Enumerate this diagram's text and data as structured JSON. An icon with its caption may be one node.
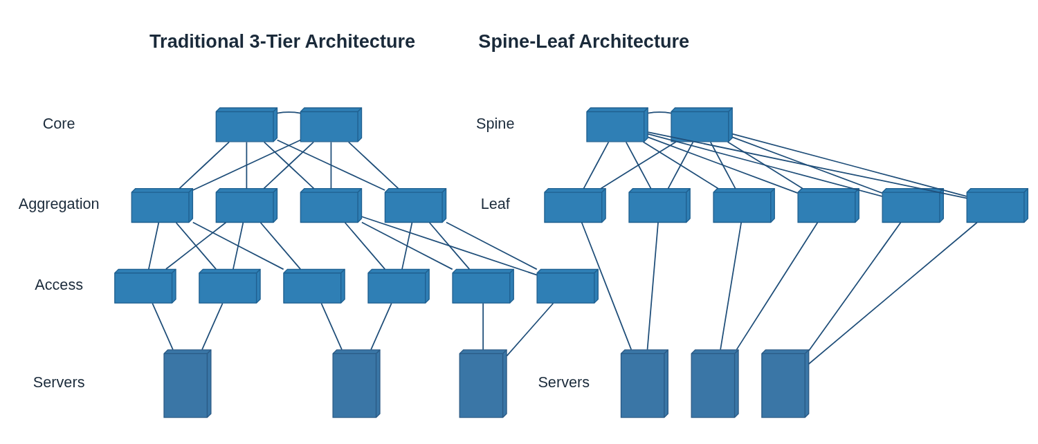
{
  "diagram": {
    "nodes": [
      {
        "text": [],
        "shape": "picture"
      },
      {
        "text": [],
        "shape": "picture"
      },
      {
        "text": [],
        "shape": "picture"
      },
      {
        "text": [],
        "shape": "picture"
      },
      {
        "text": [],
        "shape": "picture"
      },
      {
        "text": [],
        "shape": "picture"
      },
      {
        "text": [],
        "shape": "picture"
      },
      {
        "text": [],
        "shape": "picture"
      },
      {
        "text": [],
        "shape": "picture"
      },
      {
        "text": [],
        "shape": "picture"
      },
      {
        "text": [],
        "shape": "picture"
      },
      {
        "text": [],
        "shape": "picture"
      },
      {
        "text": [],
        "shape": "picture"
      },
      {
        "text": [],
        "shape": "picture"
      },
      {
        "text": [],
        "shape": "picture"
      },
      {
        "text": [],
        "shape": "picture"
      },
      {
        "text": [],
        "shape": "picture"
      },
      {
        "text": [],
        "shape": "picture"
      },
      {
        "text": [],
        "shape": "picture"
      },
      {
        "text": [],
        "shape": "picture"
      },
      {
        "text": [],
        "shape": "picture"
      },
      {
        "text": [],
        "shape": "picture"
      },
      {
        "text": [],
        "shape": "picture"
      },
      {
        "text": [],
        "shape": "picture"
      },
      {
        "text": [],
        "shape": "picture"
      },
      {
        "text": [],
        "shape": "picture"
      }
    ],
    "edges": [
      {
        "from": 0,
        "to": 1,
        "arrow": "none"
      },
      {
        "from": 0,
        "to": 2,
        "arrow": "none"
      },
      {
        "from": 0,
        "to": 3,
        "arrow": "none"
      },
      {
        "from": 0,
        "to": 4,
        "arrow": "none"
      },
      {
        "from": 0,
        "to": 5,
        "arrow": "none"
      },
      {
        "from": 1,
        "to": 2,
        "arrow": "none"
      },
      {
        "from": 1,
        "to": 3,
        "arrow": "none"
      },
      {
        "from": 1,
        "to": 4,
        "arrow": "none"
      },
      {
        "from": 1,
        "to": 5,
        "arrow": "none"
      },
      {
        "from": 2,
        "to": 6,
        "arrow": "none"
      },
      {
        "from": 2,
        "to": 7,
        "arrow": "none"
      },
      {
        "from": 2,
        "to": 8,
        "arrow": "none"
      },
      {
        "from": 3,
        "to": 6,
        "arrow": "none"
      },
      {
        "from": 3,
        "to": 7,
        "arrow": "none"
      },
      {
        "from": 3,
        "to": 8,
        "arrow": "none"
      },
      {
        "from": 4,
        "to": 9,
        "arrow": "none"
      },
      {
        "from": 4,
        "to": 10,
        "arrow": "none"
      },
      {
        "from": 4,
        "to": 11,
        "arrow": "none"
      },
      {
        "from": 5,
        "to": 9,
        "arrow": "none"
      },
      {
        "from": 5,
        "to": 10,
        "arrow": "none"
      },
      {
        "from": 5,
        "to": 11,
        "arrow": "none"
      },
      {
        "from": 6,
        "to": 12,
        "arrow": "none"
      },
      {
        "from": 7,
        "to": 12,
        "arrow": "none"
      },
      {
        "from": 8,
        "to": 13,
        "arrow": "none"
      },
      {
        "from": 9,
        "to": 13,
        "arrow": "none"
      },
      {
        "from": 10,
        "to": 14,
        "arrow": "none"
      },
      {
        "from": 11,
        "to": 14,
        "arrow": "none"
      },
      {
        "from": 15,
        "to": 16,
        "arrow": "none"
      },
      {
        "from": 15,
        "to": 17,
        "arrow": "none"
      },
      {
        "from": 15,
        "to": 18,
        "arrow": "none"
      },
      {
        "from": 15,
        "to": 19,
        "arrow": "none"
      },
      {
        "from": 15,
        "to": 20,
        "arrow": "none"
      },
      {
        "from": 15,
        "to": 21,
        "arrow": "none"
      },
      {
        "from": 15,
        "to": 22,
        "arrow": "none"
      },
      {
        "from": 16,
        "to": 17,
        "arrow": "none"
      },
      {
        "from": 16,
        "to": 18,
        "arrow": "none"
      },
      {
        "from": 16,
        "to": 19,
        "arrow": "none"
      },
      {
        "from": 16,
        "to": 20,
        "arrow": "none"
      },
      {
        "from": 16,
        "to": 21,
        "arrow": "none"
      },
      {
        "from": 16,
        "to": 22,
        "arrow": "none"
      },
      {
        "from": 17,
        "to": 23,
        "arrow": "none"
      },
      {
        "from": 18,
        "to": 23,
        "arrow": "none"
      },
      {
        "from": 19,
        "to": 24,
        "arrow": "none"
      },
      {
        "from": 20,
        "to": 24,
        "arrow": "none"
      },
      {
        "from": 21,
        "to": 25,
        "arrow": "none"
      },
      {
        "from": 22,
        "to": 25,
        "arrow": "none"
      }
    ],
    "labels": [
      "Traditional 3-Tier Architecture",
      "Core",
      "Aggregation",
      "Access",
      "Servers",
      "Spine-Leaf Architecture",
      "Spine",
      "Leaf",
      "Servers"
    ]
  }
}
